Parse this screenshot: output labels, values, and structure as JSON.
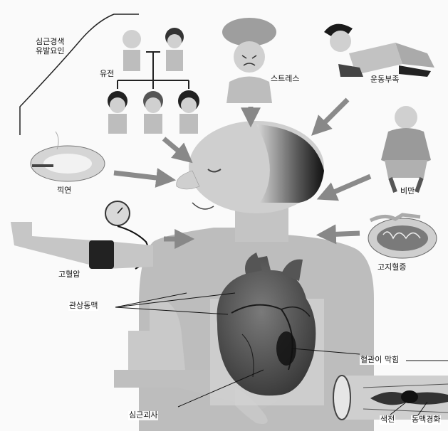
{
  "title_lines": [
    "심근경색",
    "유발요인"
  ],
  "factors": {
    "heredity": "유전",
    "stress": "스트레스",
    "lack_of_exercise": "운동부족",
    "smoking": "끽연",
    "obesity": "비만",
    "hypertension": "고혈압",
    "hyperlipidemia": "고지혈증"
  },
  "anatomy": {
    "coronary_artery": "관상동맥",
    "vessel_blocked": "혈관이 막힘",
    "myocardial_necrosis": "심근괴사",
    "thrombus": "색전",
    "arteriosclerosis": "동맥경화"
  }
}
